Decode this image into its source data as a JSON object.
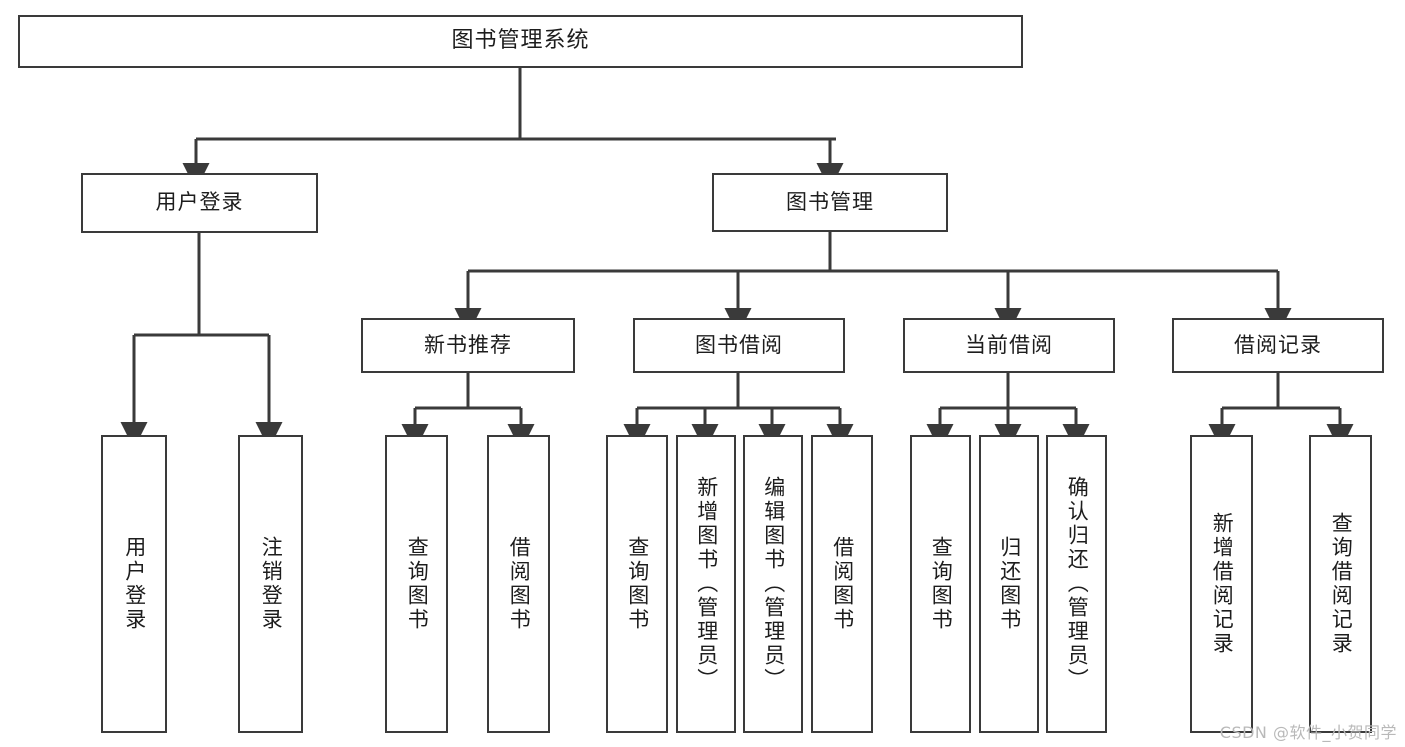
{
  "diagram": {
    "title": "图书管理系统",
    "type": "tree",
    "watermark": "CSDN @软件_小贺同学",
    "colors": {
      "stroke": "#3a3a3a",
      "fill": "#ffffff",
      "text": "#1d1d1d",
      "watermark": "#b9b9b9"
    },
    "root": {
      "id": "root",
      "label": "图书管理系统"
    },
    "level2": [
      {
        "id": "user-login",
        "label": "用户登录"
      },
      {
        "id": "book-manage",
        "label": "图书管理"
      }
    ],
    "level3": [
      {
        "id": "new-book-rec",
        "label": "新书推荐",
        "parent": "book-manage"
      },
      {
        "id": "book-borrow",
        "label": "图书借阅",
        "parent": "book-manage"
      },
      {
        "id": "current-borrow",
        "label": "当前借阅",
        "parent": "book-manage"
      },
      {
        "id": "borrow-record",
        "label": "借阅记录",
        "parent": "book-manage"
      }
    ],
    "leaves": [
      {
        "id": "leaf-user-login",
        "label": "用户登录",
        "parent": "user-login"
      },
      {
        "id": "leaf-logout",
        "label": "注销登录",
        "parent": "user-login"
      },
      {
        "id": "leaf-query-book-1",
        "label": "查询图书",
        "parent": "new-book-rec"
      },
      {
        "id": "leaf-borrow-book-1",
        "label": "借阅图书",
        "parent": "new-book-rec"
      },
      {
        "id": "leaf-query-book-2",
        "label": "查询图书",
        "parent": "book-borrow"
      },
      {
        "id": "leaf-add-book",
        "label": "新增图书（管理员）",
        "parent": "book-borrow"
      },
      {
        "id": "leaf-edit-book",
        "label": "编辑图书（管理员）",
        "parent": "book-borrow"
      },
      {
        "id": "leaf-borrow-book-2",
        "label": "借阅图书",
        "parent": "book-borrow"
      },
      {
        "id": "leaf-query-book-3",
        "label": "查询图书",
        "parent": "current-borrow"
      },
      {
        "id": "leaf-return-book",
        "label": "归还图书",
        "parent": "current-borrow"
      },
      {
        "id": "leaf-confirm-return",
        "label": "确认归还（管理员）",
        "parent": "current-borrow"
      },
      {
        "id": "leaf-add-record",
        "label": "新增借阅记录",
        "parent": "borrow-record"
      },
      {
        "id": "leaf-query-record",
        "label": "查询借阅记录",
        "parent": "borrow-record"
      }
    ]
  }
}
